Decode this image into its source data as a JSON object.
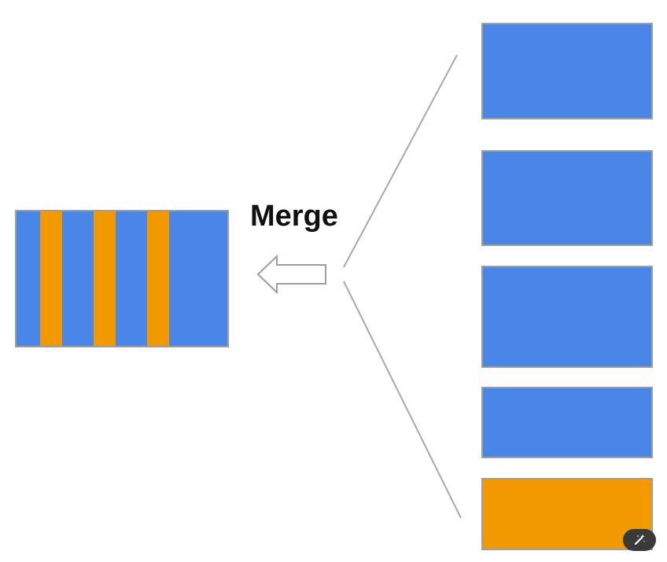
{
  "diagram": {
    "merge_label": "Merge",
    "colors": {
      "blue": "#4a86e8",
      "orange": "#f29900",
      "border": "#9e9e9e",
      "connector": "#a8a8a8",
      "text": "#111111"
    },
    "merged_block": {
      "stripe_colors": [
        "blue",
        "orange",
        "blue",
        "orange",
        "blue",
        "orange",
        "blue"
      ]
    },
    "source_blocks": [
      {
        "color": "blue"
      },
      {
        "color": "blue"
      },
      {
        "color": "blue"
      },
      {
        "color": "blue"
      },
      {
        "color": "orange"
      }
    ],
    "arrow_direction": "left"
  },
  "toolbar": {
    "magic_icon": "magic-wand-icon"
  }
}
